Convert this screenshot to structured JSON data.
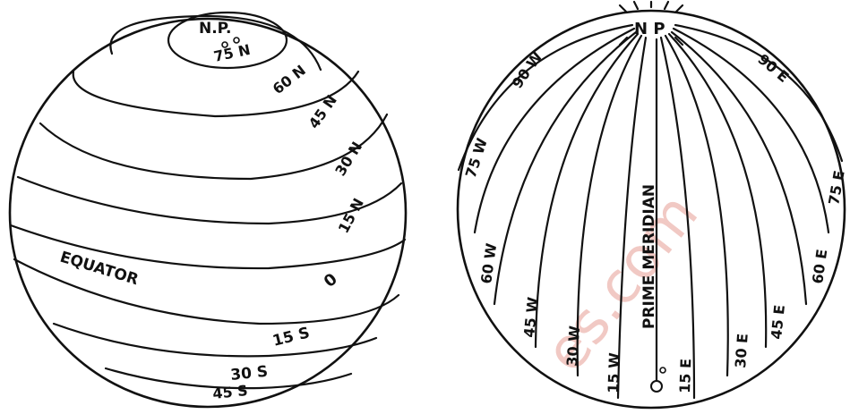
{
  "left_globe": {
    "pole": "N.P.",
    "latitudes": {
      "n75": "75 N",
      "n60": "60 N",
      "n45": "45 N",
      "n30": "30 N",
      "n15": "15 N",
      "eq_deg": "0",
      "equator": "EQUATOR",
      "s15": "15 S",
      "s30": "30 S",
      "s45": "45 S"
    }
  },
  "right_globe": {
    "pole": "N P",
    "prime_meridian": "PRIME MERIDIAN",
    "longitudes": {
      "w90": "90 W",
      "w75": "75 W",
      "w60": "60 W",
      "w45": "45 W",
      "w30": "30 W",
      "w15": "15 W",
      "e15": "15 E",
      "e30": "30 E",
      "e45": "45 E",
      "e60": "60 E",
      "e75": "75 E",
      "e90": "90 E"
    }
  },
  "watermark": "es.com",
  "colors": {
    "ink": "#111111",
    "paper": "#ffffff",
    "watermark": "#f1c9c4"
  }
}
